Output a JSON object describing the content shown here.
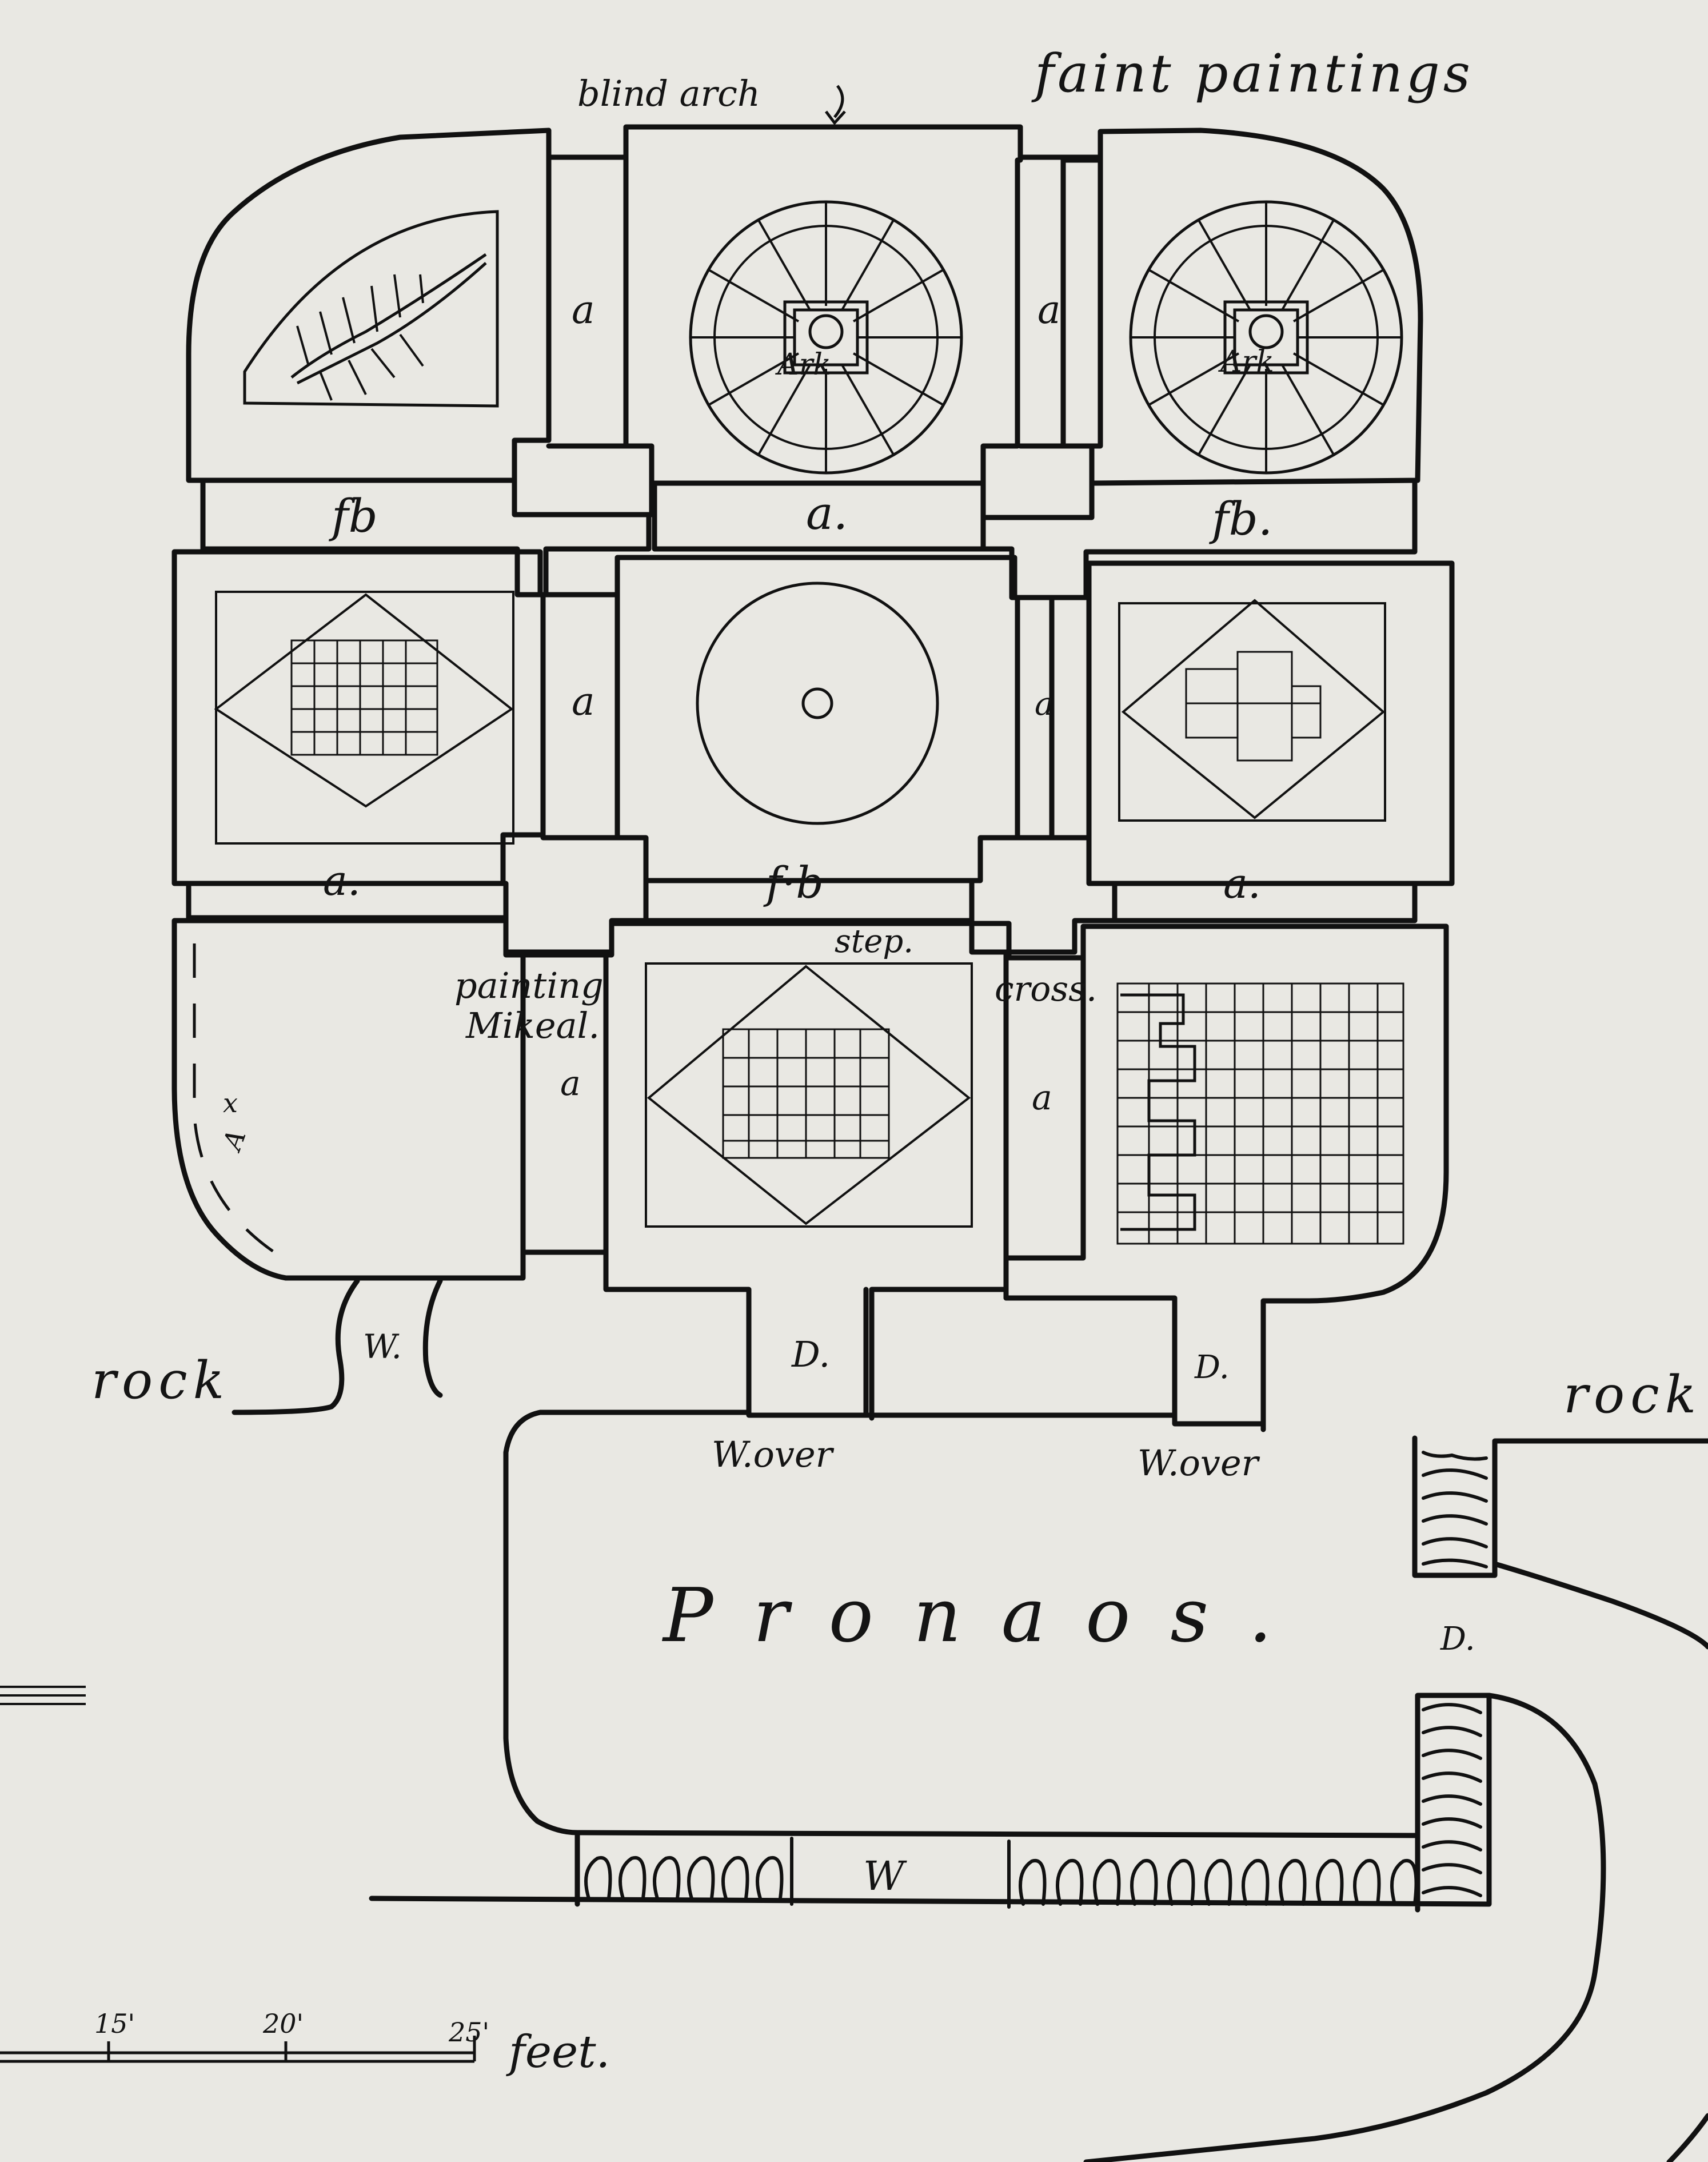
{
  "annotations": {
    "blind_arch": "blind arch",
    "faint_paintings": "faint paintings",
    "ark_1": "Ark",
    "ark_2": "Ark",
    "painting": "painting",
    "mikeal": "Mikeal.",
    "step": "step.",
    "cross": "cross.",
    "x_mark": "x",
    "a_small": "A"
  },
  "bay_labels": {
    "upper_left_a": "a",
    "upper_right_a": "a",
    "fb_left": "fb",
    "a_center_top": "a.",
    "fb_right": "fb.",
    "mid_left_a": "a",
    "mid_right_a": "a",
    "a_left_low": "a.",
    "fb_center": "f·b",
    "a_right_low": "a.",
    "low_left_a": "a",
    "low_right_a": "a"
  },
  "openings": {
    "w_left": "W.",
    "door_center": "D.",
    "door_right": "D.",
    "w_over_1": "W.over",
    "w_over_2": "W.over",
    "door_side": "D.",
    "w_bottom": "W"
  },
  "rock_left": "rock",
  "rock_right": "rock",
  "room_name": "Pronaos.",
  "scale": {
    "ticks": [
      "15'",
      "20'",
      "25'"
    ],
    "unit": "feet."
  }
}
